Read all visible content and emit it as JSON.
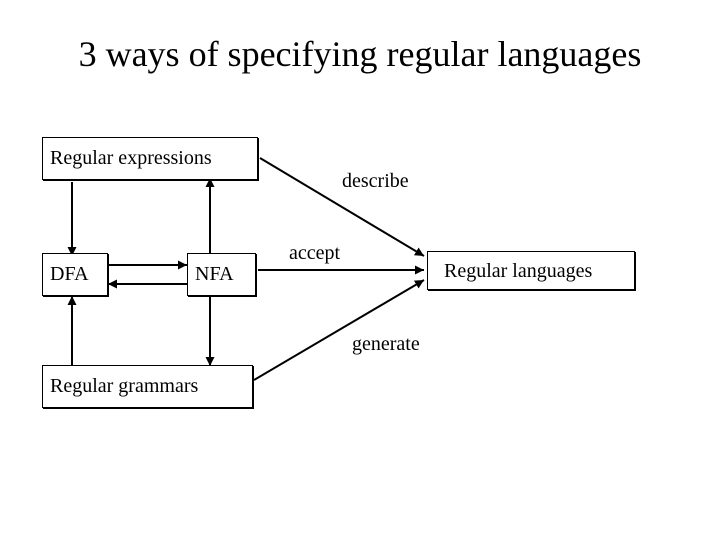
{
  "title": "3 ways of specifying regular languages",
  "nodes": {
    "regex": "Regular expressions",
    "dfa": "DFA",
    "nfa": "NFA",
    "grammars": "Regular grammars",
    "languages": "Regular languages"
  },
  "edges": {
    "describe": "describe",
    "accept": "accept",
    "generate": "generate"
  }
}
